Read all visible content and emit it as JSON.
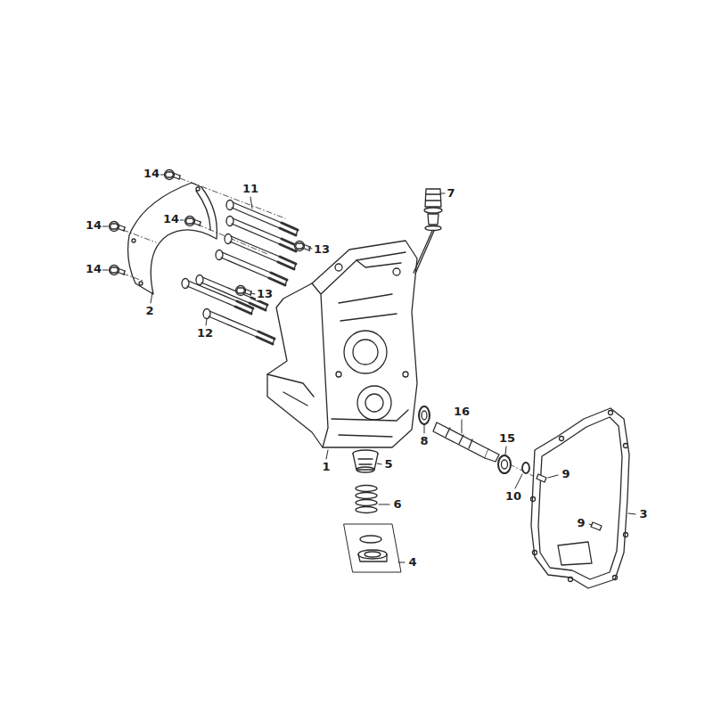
{
  "diagram": {
    "labels": [
      "14",
      "11",
      "7",
      "14",
      "14",
      "13",
      "14",
      "13",
      "2",
      "12",
      "16",
      "15",
      "8",
      "5",
      "1",
      "9",
      "10",
      "6",
      "3",
      "9",
      "4"
    ]
  }
}
